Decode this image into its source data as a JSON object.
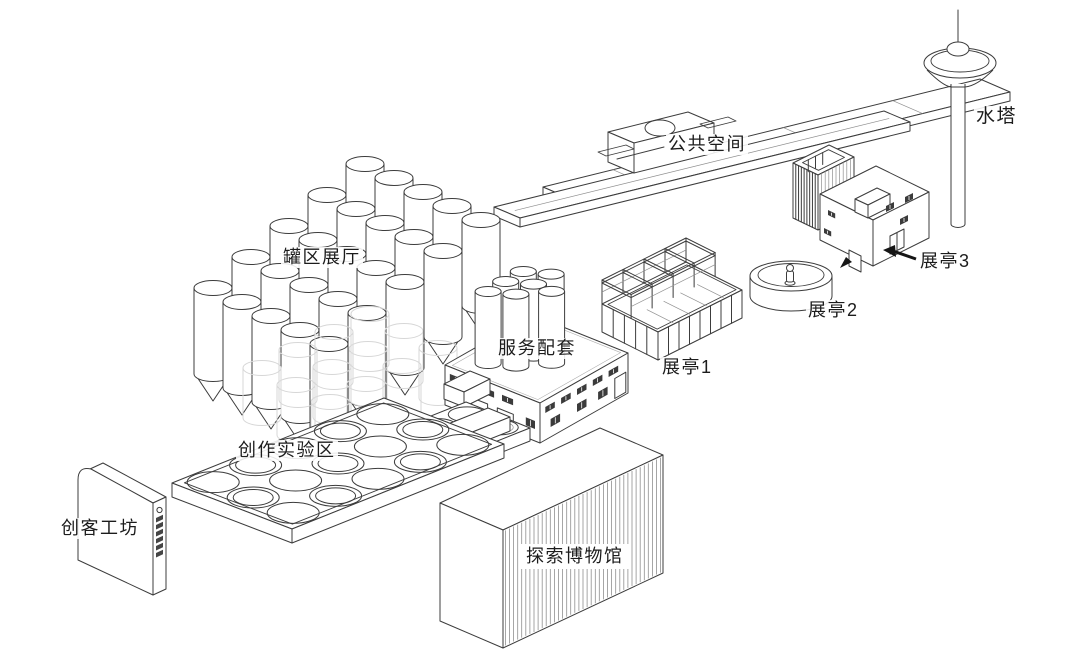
{
  "diagram": {
    "type": "axonometric-site-diagram",
    "labels": {
      "tank_hall": "罐区展厅",
      "public_space": "公共空间",
      "water_tower": "水塔",
      "pavilion_3": "展亭3",
      "pavilion_2": "展亭2",
      "pavilion_1": "展亭1",
      "service": "服务配套",
      "creation_lab": "创作实验区",
      "maker_workshop": "创客工坊",
      "museum": "探索博物馆"
    },
    "colors": {
      "background": "#ffffff",
      "line": "#3c3c3c",
      "ghost_line": "#d7d7d7",
      "text": "#1c1c1c"
    }
  }
}
